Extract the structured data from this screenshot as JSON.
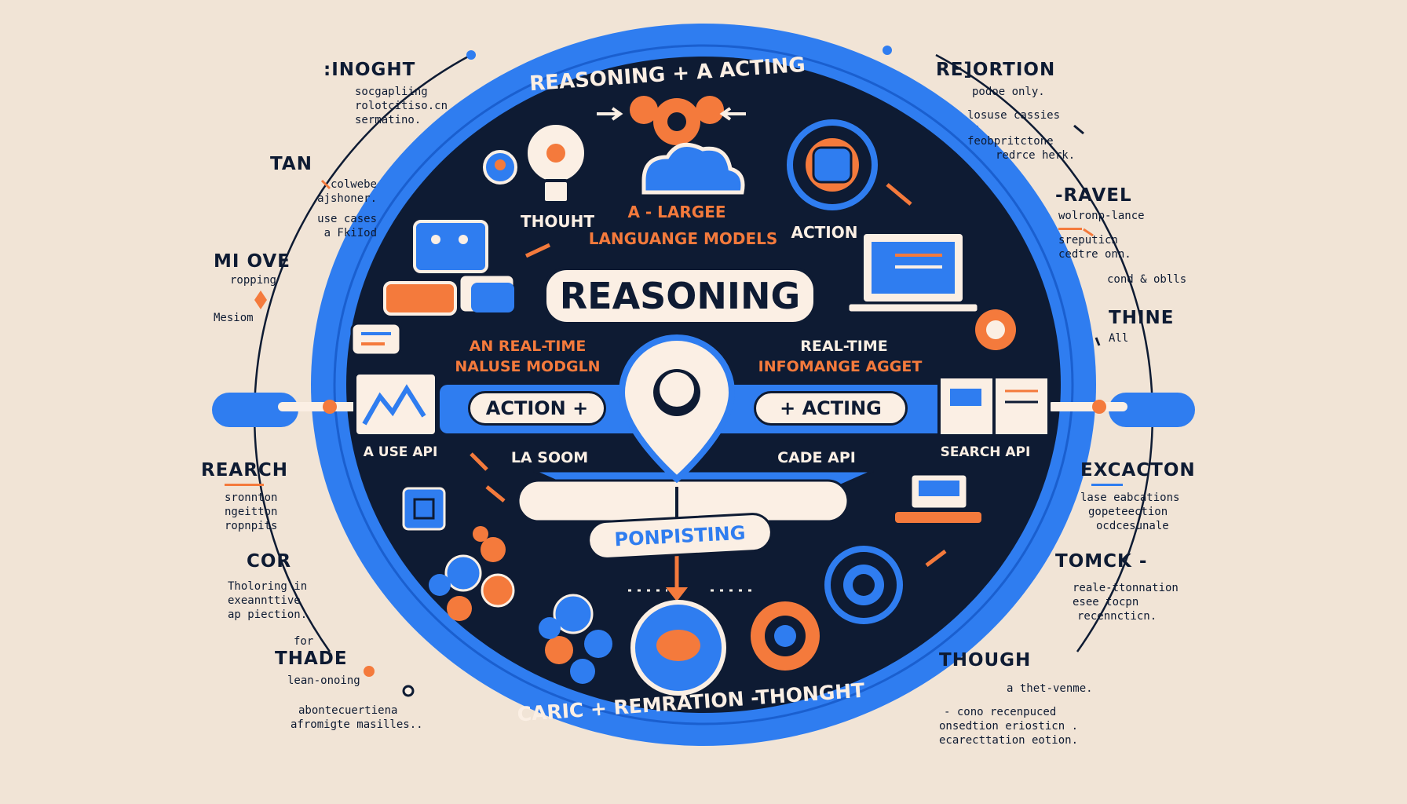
{
  "ring": {
    "top_title": "REASONING + A ACTING",
    "bottom_title": "CARIC + REMRATION -THONGHT"
  },
  "center": {
    "main": "REASONING",
    "subtitle_line1": "A - LARGEE",
    "subtitle_line2": "LANGUANGE MODELS",
    "thought": "THOUHT",
    "action": "ACTION",
    "left_caption_line1": "AN REAL-TIME",
    "left_caption_line2": "NALUSE MODGLN",
    "right_caption_line1": "REAL-TIME",
    "right_caption_line2": "INFOMANGE AGGET",
    "action_pill": "ACTION +",
    "acting_pill": "+ ACTING",
    "use_api": "A USE API",
    "la_soom": "LA SOOM",
    "cade_api": "CADE API",
    "search_api": "SEARCH API",
    "ribbon": "PONPISTING"
  },
  "left_items": [
    {
      "title": ":INOGHT",
      "lines": [
        "socgapliing",
        "rolotcitiso.cn",
        "sermatino."
      ]
    },
    {
      "title": "TAN",
      "lines": [
        "colwebe",
        "ajshoner.",
        "use cases",
        "a FkiIod"
      ]
    },
    {
      "title": "MI OVE",
      "lines": [
        "ropping",
        "Mesiom"
      ]
    },
    {
      "title": "REARCH",
      "lines": [
        "sronnton",
        "ngeitton",
        "ropnpits"
      ]
    },
    {
      "title": "COR",
      "lines": [
        "Tholoring in",
        "exeannttive",
        "ap piection."
      ]
    },
    {
      "title": "THADE",
      "lines": [
        "for",
        "lean-onoing",
        "abontecuertiena",
        "afromigte masilles.."
      ]
    }
  ],
  "right_items": [
    {
      "title": "RE]ORTION",
      "lines": [
        "podoe only.",
        "losuse cassies",
        "feobpritctone",
        "redrce herk."
      ]
    },
    {
      "title": "-RAVEL",
      "lines": [
        "wolronp-lance",
        "sreputicn",
        "cedtre onn.",
        "cond & oblls"
      ]
    },
    {
      "title": "THINE",
      "lines": [
        "All"
      ]
    },
    {
      "title": "EXCACTON",
      "lines": [
        "lase eabcations",
        "gopeteection",
        "ocdcesunale"
      ]
    },
    {
      "title": "TOMCK -",
      "lines": [
        "reale-ttonnation",
        "esee tocpn",
        "recenncticn."
      ]
    },
    {
      "title": "THOUGH",
      "lines": [
        "a thet-venme.",
        "- cono recenpuced",
        "onsedtion eriosticn .",
        "ecarecttation eotion."
      ]
    }
  ],
  "colors": {
    "background": "#f1e4d6",
    "navy": "#0e1b33",
    "blue": "#2f7df0",
    "orange": "#f47a3c",
    "cream": "#fbefe4"
  },
  "icons": [
    "lightbulb-icon",
    "gear-icon",
    "cloud-icon",
    "robot-icon",
    "laptop-icon",
    "location-pin-icon",
    "brain-icon",
    "book-icon",
    "chart-icon",
    "chat-icon"
  ]
}
